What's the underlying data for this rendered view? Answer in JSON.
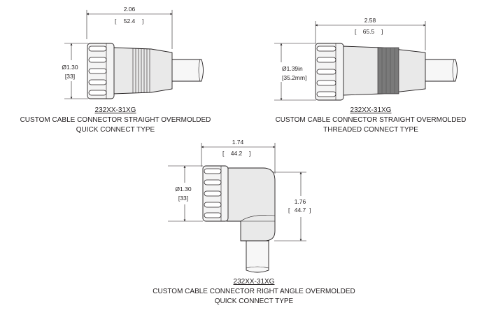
{
  "drawings": [
    {
      "part_number": "232XX-31XG",
      "caption_line1": "CUSTOM CABLE CONNECTOR STRAIGHT OVERMOLDED",
      "caption_line2": "QUICK CONNECT TYPE",
      "length_in": "2.06",
      "length_mm": "52.4",
      "diameter_in": "Ø1.30",
      "diameter_mm": "[33]"
    },
    {
      "part_number": "232XX-31XG",
      "caption_line1": "CUSTOM CABLE CONNECTOR STRAIGHT OVERMOLDED",
      "caption_line2": "THREADED CONNECT TYPE",
      "length_in": "2.58",
      "length_mm": "65.5",
      "diameter_in": "Ø1.39in",
      "diameter_mm": "[35.2mm]"
    },
    {
      "part_number": "232XX-31XG",
      "caption_line1": "CUSTOM CABLE CONNECTOR RIGHT ANGLE OVERMOLDED",
      "caption_line2": "QUICK CONNECT TYPE",
      "length_in": "1.74",
      "length_mm": "44.2",
      "diameter_in": "Ø1.30",
      "diameter_mm": "[33]",
      "height_in": "1.76",
      "height_mm": "44.7"
    }
  ]
}
